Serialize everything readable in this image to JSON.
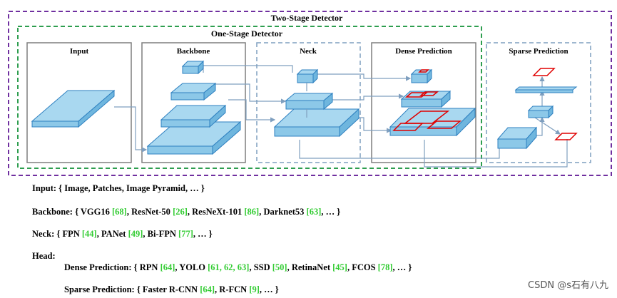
{
  "diagram": {
    "two_stage_title": "Two-Stage Detector",
    "one_stage_title": "One-Stage Detector",
    "panels": {
      "input": "Input",
      "backbone": "Backbone",
      "neck": "Neck",
      "dense": "Dense Prediction",
      "sparse": "Sparse Prediction"
    },
    "colors": {
      "two_stage_border": "#7030a0",
      "one_stage_border": "#2e9e4f",
      "block_fill": "#a9d8f0",
      "block_stroke": "#2e80c0",
      "box_red": "#e00000",
      "arrow": "#7f9fbf"
    }
  },
  "legend": {
    "input": {
      "label": "Input:",
      "text": "{ Image, Patches, Image Pyramid, … }"
    },
    "backbone": {
      "label": "Backbone:",
      "items": [
        {
          "name": "VGG16",
          "ref": "[68]"
        },
        {
          "name": "ResNet-50",
          "ref": "[26]"
        },
        {
          "name": "ResNeXt-101",
          "ref": "[86]"
        },
        {
          "name": "Darknet53",
          "ref": "[63]"
        }
      ]
    },
    "neck": {
      "label": "Neck:",
      "items": [
        {
          "name": "FPN",
          "ref": "[44]"
        },
        {
          "name": "PANet",
          "ref": "[49]"
        },
        {
          "name": "Bi-FPN",
          "ref": "[77]"
        }
      ]
    },
    "head": {
      "label": "Head:"
    },
    "dense": {
      "label": "Dense Prediction:",
      "items": [
        {
          "name": "RPN",
          "ref": "[64]"
        },
        {
          "name": "YOLO",
          "ref": "[61, 62, 63]"
        },
        {
          "name": "SSD",
          "ref": "[50]"
        },
        {
          "name": "RetinaNet",
          "ref": "[45]"
        },
        {
          "name": "FCOS",
          "ref": "[78]"
        }
      ]
    },
    "sparse": {
      "label": "Sparse Prediction:",
      "items": [
        {
          "name": "Faster R-CNN",
          "ref": "[64]"
        },
        {
          "name": "R-FCN",
          "ref": "[9]"
        }
      ]
    }
  },
  "watermark": "CSDN @s石有八九"
}
